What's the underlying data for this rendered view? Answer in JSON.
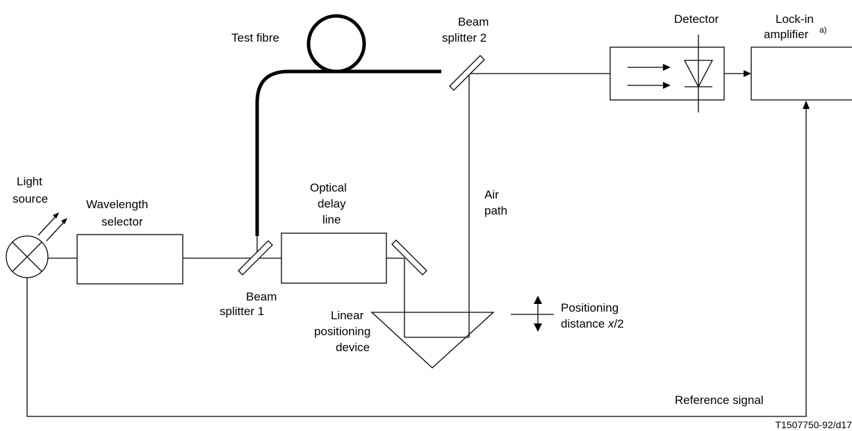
{
  "labels": {
    "light_source": [
      "Light",
      "source"
    ],
    "wavelength_selector": [
      "Wavelength",
      "selector"
    ],
    "beam_splitter_1": [
      "Beam",
      "splitter 1"
    ],
    "test_fibre": "Test fibre",
    "beam_splitter_2": [
      "Beam",
      "splitter 2"
    ],
    "optical_delay_line": [
      "Optical",
      "delay",
      "line"
    ],
    "air_path": [
      "Air",
      "path"
    ],
    "linear_positioning_device": [
      "Linear",
      "positioning",
      "device"
    ],
    "positioning_distance": [
      "Positioning",
      "distance ",
      "x",
      "/2"
    ],
    "detector": "Detector",
    "lock_in_amplifier": [
      "Lock-in",
      "amplifier",
      "a)"
    ],
    "reference_signal": "Reference signal",
    "figure_id": "T1507750-92/d17"
  }
}
